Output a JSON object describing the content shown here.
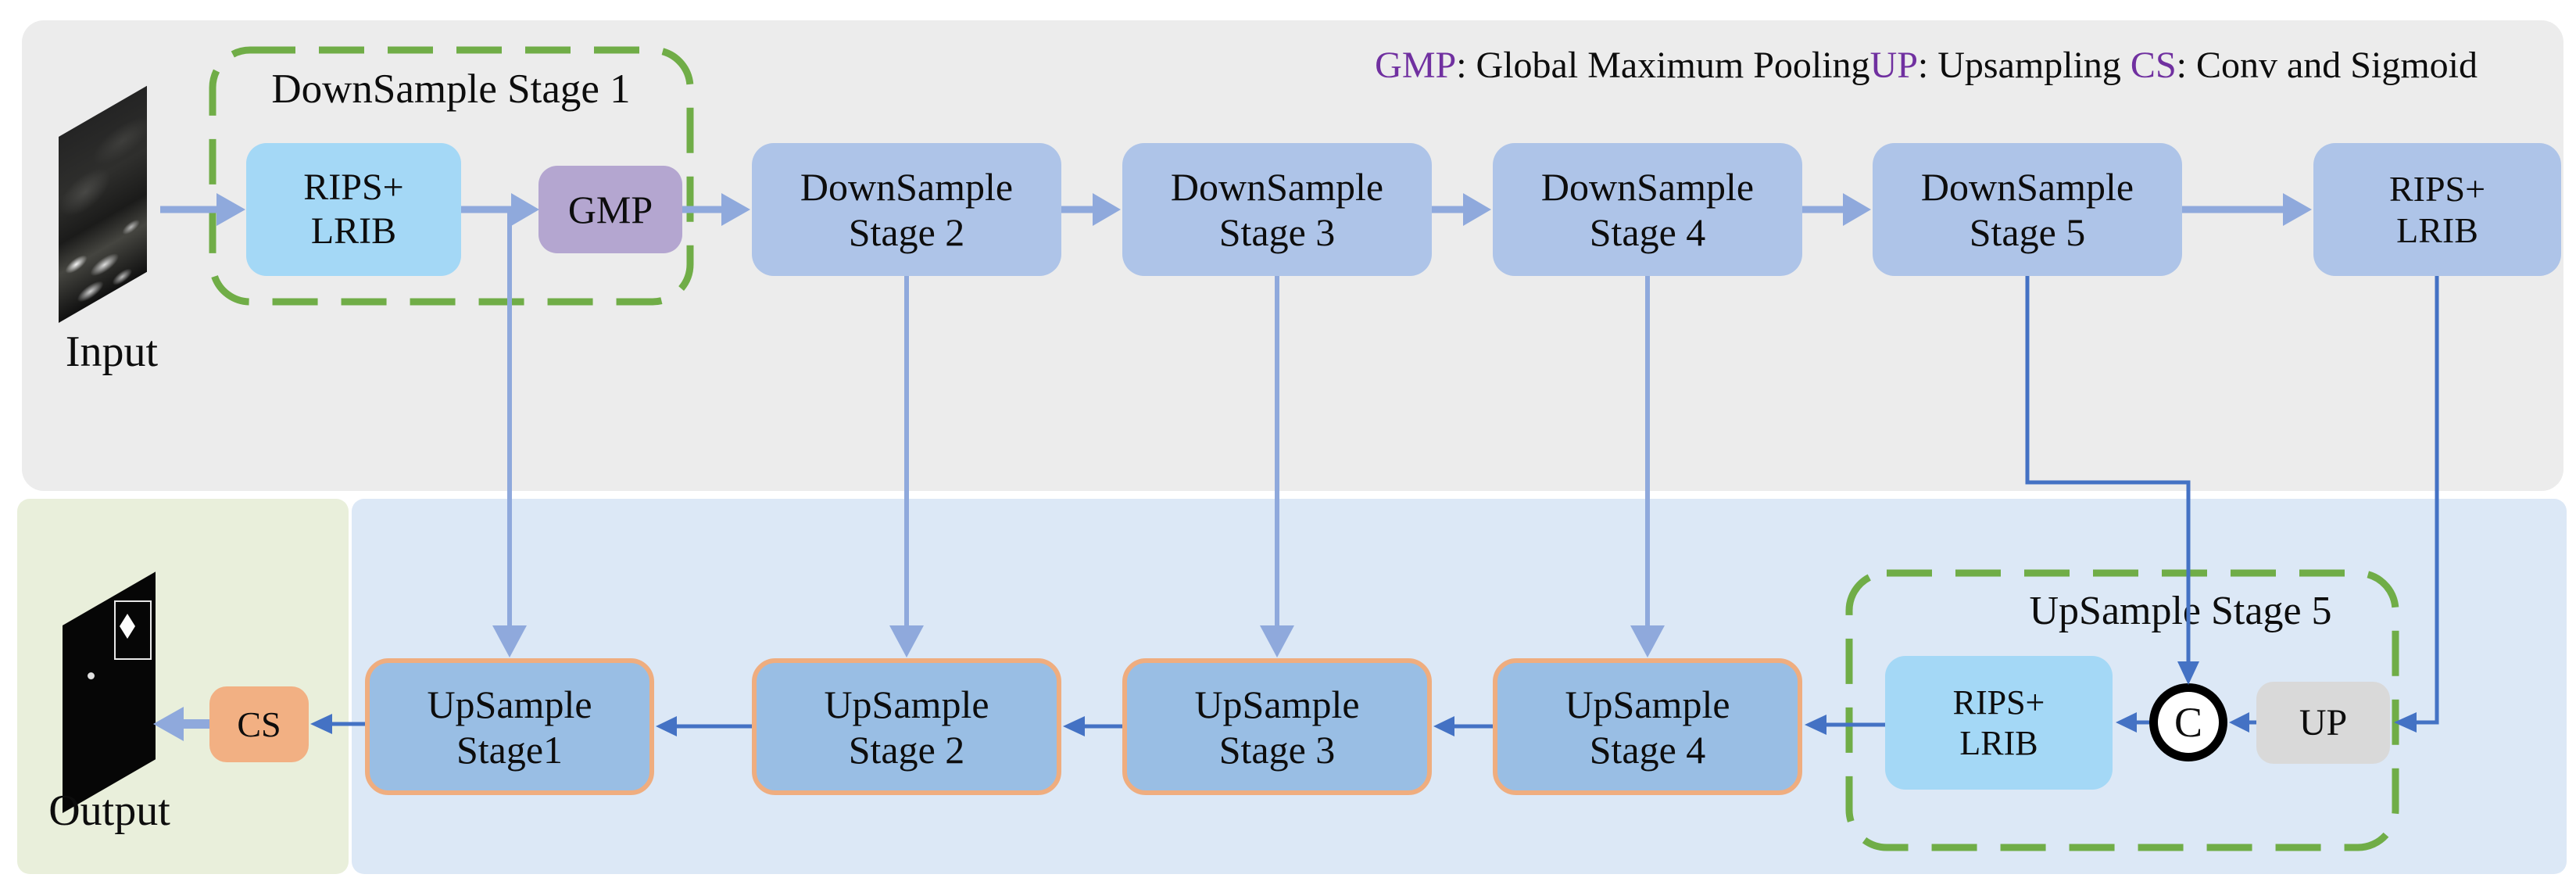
{
  "legend": {
    "items": [
      {
        "abbr": "GMP",
        "desc": ": Global Maximum Pooling"
      },
      {
        "abbr": "UP",
        "desc": ": Upsampling "
      },
      {
        "abbr": "CS",
        "desc": ": Conv and Sigmoid"
      }
    ]
  },
  "input": {
    "label": "Input"
  },
  "output": {
    "label": "Output"
  },
  "encoder": {
    "group_title": "DownSample Stage 1",
    "rips_in": {
      "line1": "RIPS+",
      "line2": "LRIB"
    },
    "gmp_label": "GMP",
    "stages": [
      {
        "line1": "DownSample",
        "line2": "Stage 2"
      },
      {
        "line1": "DownSample",
        "line2": "Stage 3"
      },
      {
        "line1": "DownSample",
        "line2": "Stage 4"
      },
      {
        "line1": "DownSample",
        "line2": "Stage 5"
      }
    ],
    "rips_out": {
      "line1": "RIPS+",
      "line2": "LRIB"
    }
  },
  "decoder": {
    "group_title": "UpSample Stage 5",
    "rips_block": {
      "line1": "RIPS+",
      "line2": "LRIB"
    },
    "concat_label": "C",
    "up_label": "UP",
    "cs_label": "CS",
    "stages": [
      {
        "line1": "UpSample",
        "line2": "Stage1"
      },
      {
        "line1": "UpSample",
        "line2": "Stage 2"
      },
      {
        "line1": "UpSample",
        "line2": "Stage 3"
      },
      {
        "line1": "UpSample",
        "line2": "Stage 4"
      }
    ]
  },
  "colors": {
    "panel_top": "#ececec",
    "panel_decoder": "#dce8f6",
    "panel_output": "#e9efdb",
    "stage_box": "#aec4e8",
    "rips_box": "#a4d8f6",
    "gmp_box": "#b4a6d0",
    "up_box": "#d9d9d9",
    "cs_box": "#f2b083",
    "upsample_box": "#99bee4",
    "upsample_border": "#efad7f",
    "group_dash": "#70ad47",
    "arrow_light": "#8fa9dc",
    "arrow_dark": "#4472c4",
    "legend_abbr": "#7030a0"
  }
}
